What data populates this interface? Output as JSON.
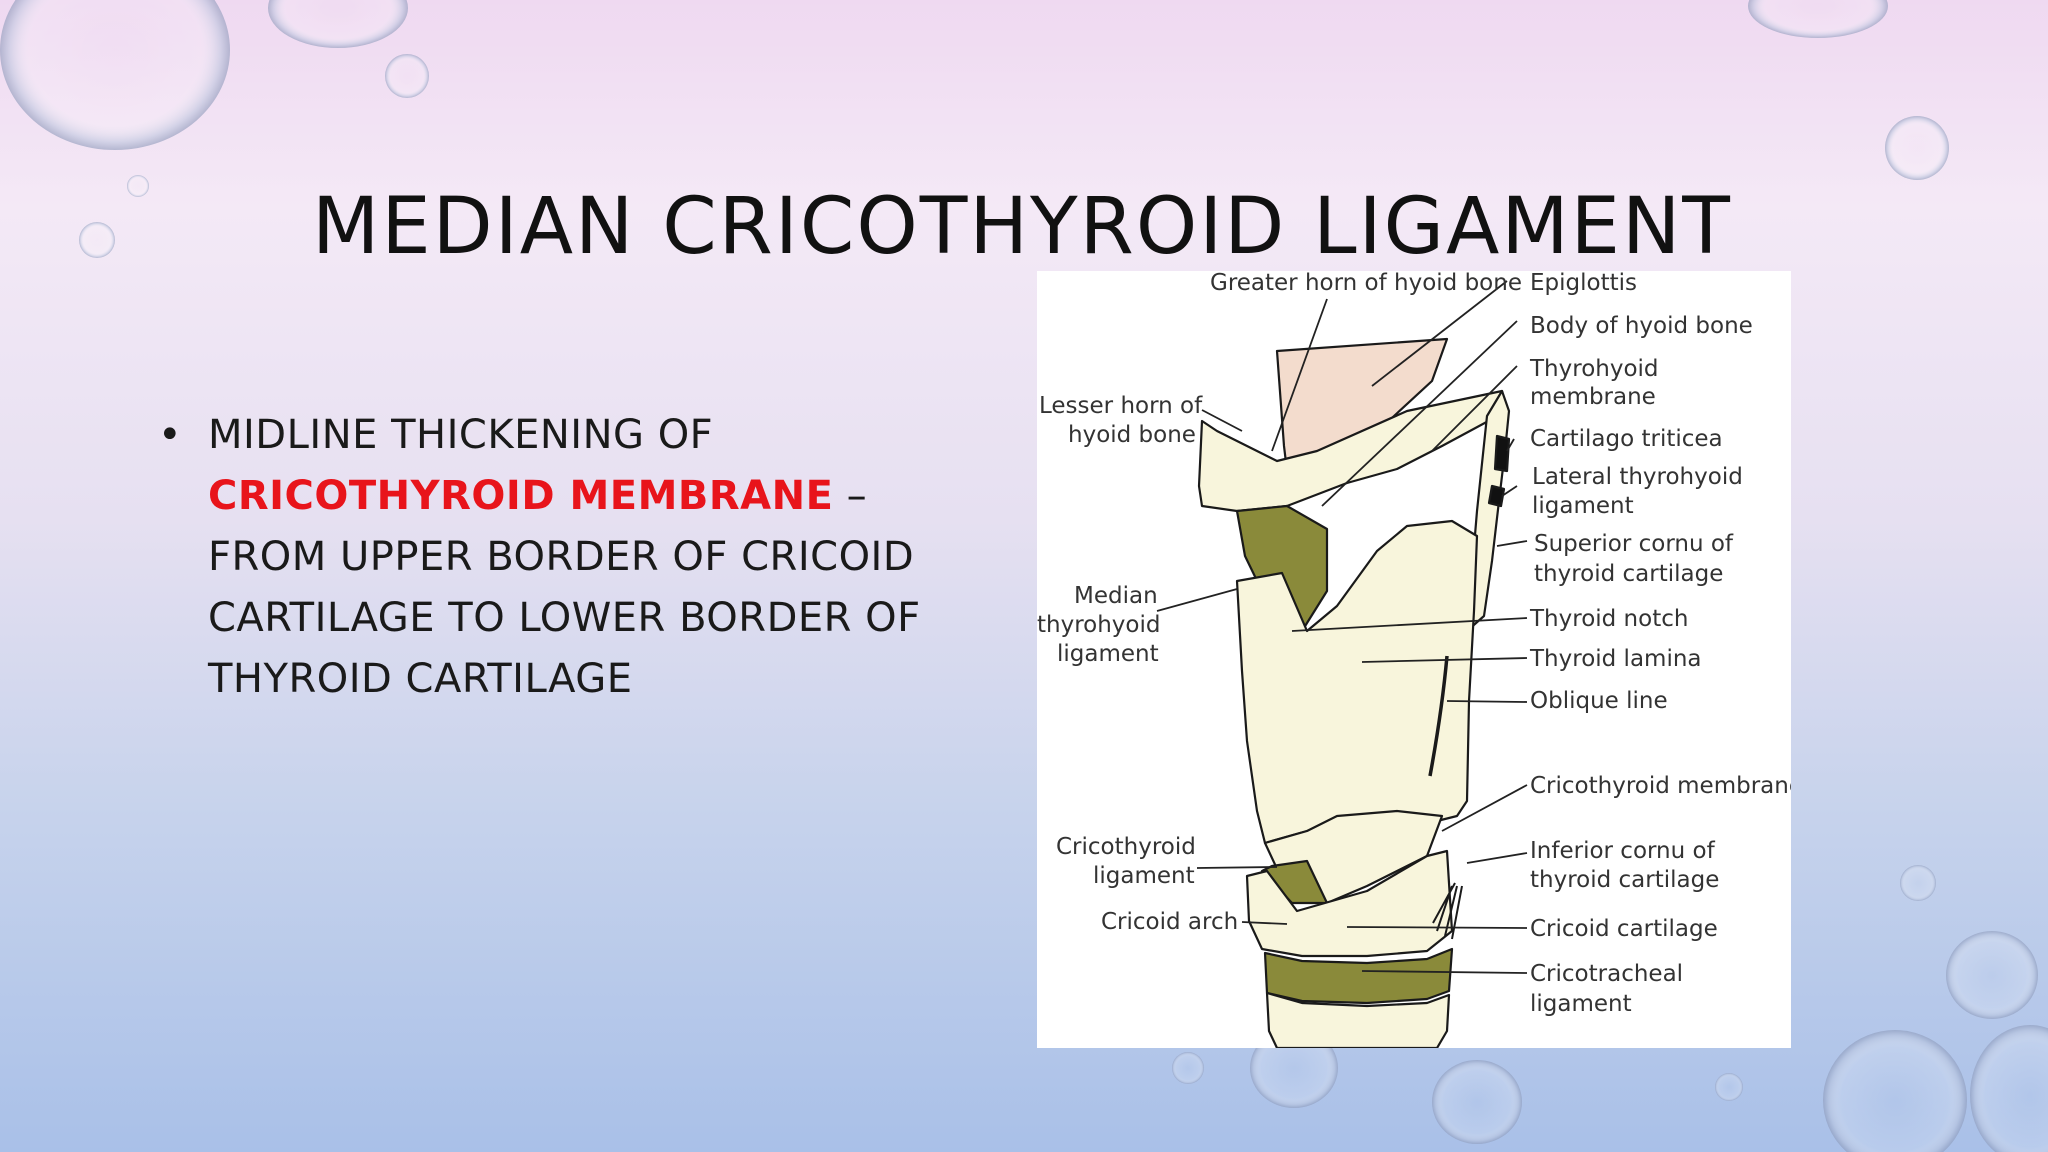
{
  "slide": {
    "title": "MEDIAN CRICOTHYROID LIGAMENT",
    "bullet": {
      "marker": "•",
      "text_before": "MIDLINE THICKENING OF ",
      "highlight": "CRICOTHYROID MEMBRANE",
      "text_after": " – FROM UPPER BORDER OF CRICOID CARTILAGE TO LOWER BORDER OF THYROID CARTILAGE"
    }
  },
  "figure": {
    "labels": {
      "greater_horn": "Greater horn of hyoid bone",
      "epiglottis": "Epiglottis",
      "body_hyoid": "Body of hyoid bone",
      "thyrohyoid_membrane_1": "Thyrohyoid",
      "thyrohyoid_membrane_2": "membrane",
      "cartilago_triticea": "Cartilago triticea",
      "lateral_thyrohyoid_1": "Lateral thyrohyoid",
      "lateral_thyrohyoid_2": "ligament",
      "superior_cornu_1": "Superior cornu of",
      "superior_cornu_2": "thyroid cartilage",
      "thyroid_notch": "Thyroid notch",
      "thyroid_lamina": "Thyroid lamina",
      "oblique_line": "Oblique line",
      "cricothyroid_membrane": "Cricothyroid membrane",
      "inferior_cornu_1": "Inferior cornu of",
      "inferior_cornu_2": "thyroid cartilage",
      "cricoid_cartilage": "Cricoid cartilage",
      "cricotracheal_1": "Cricotracheal",
      "cricotracheal_2": "ligament",
      "lesser_horn_1": "Lesser horn of",
      "lesser_horn_2": "hyoid bone",
      "median_thyrohyoid_1": "Median",
      "median_thyrohyoid_2": "thyrohyoid",
      "median_thyrohyoid_3": "ligament",
      "cricothyroid_ligament_1": "Cricothyroid",
      "cricothyroid_ligament_2": "ligament",
      "cricoid_arch": "Cricoid arch"
    },
    "colors": {
      "cartilage": "#f8f5dc",
      "ligament": "#8a8a3a",
      "epiglottis": "#f3dccd",
      "outline": "#1a1a1a"
    }
  }
}
